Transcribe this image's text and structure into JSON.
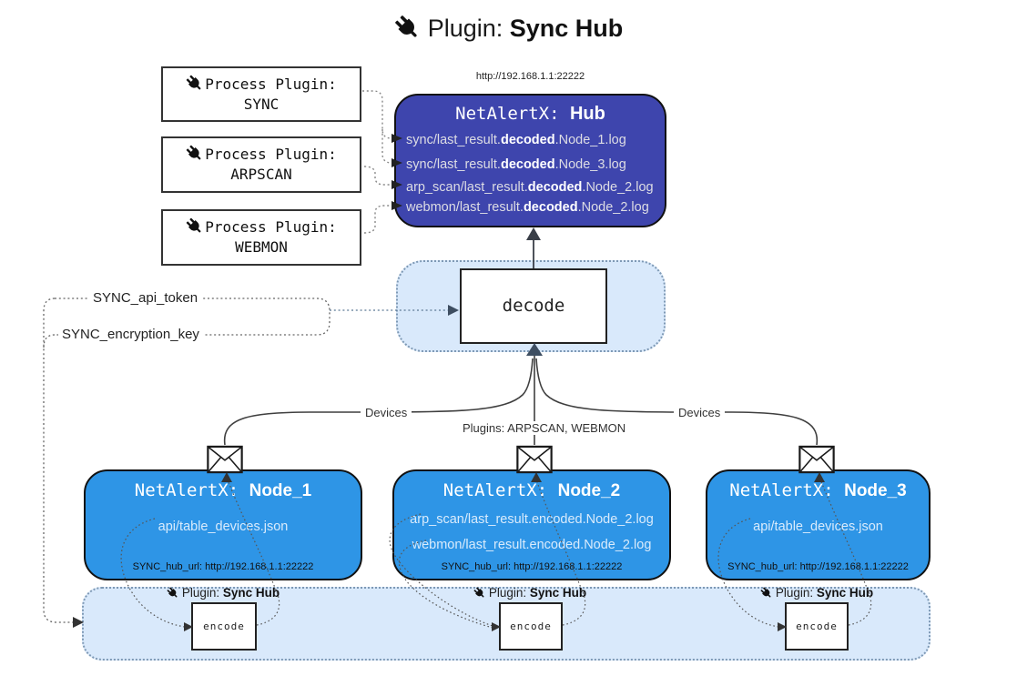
{
  "title": {
    "prefix": "Plugin: ",
    "name": "Sync Hub"
  },
  "process_plugins": [
    {
      "label": "Process Plugin:",
      "name": "SYNC"
    },
    {
      "label": "Process Plugin:",
      "name": "ARPSCAN"
    },
    {
      "label": "Process Plugin:",
      "name": "WEBMON"
    }
  ],
  "hub": {
    "url": "http://192.168.1.1:22222",
    "name_prefix": "NetAlertX: ",
    "name": "Hub",
    "logs": [
      {
        "pre": "sync/last_result.",
        "bold": "decoded",
        "post": ".Node_1.log"
      },
      {
        "pre": "sync/last_result.",
        "bold": "decoded",
        "post": ".Node_3.log"
      },
      {
        "pre": "arp_scan/last_result.",
        "bold": "decoded",
        "post": ".Node_2.log"
      },
      {
        "pre": "webmon/last_result.",
        "bold": "decoded",
        "post": ".Node_2.log"
      }
    ]
  },
  "decode": {
    "label": "decode"
  },
  "keys": {
    "api_token": "SYNC_api_token",
    "encryption_key": "SYNC_encryption_key"
  },
  "edge_labels": {
    "devices_left": "Devices",
    "plugins_mid": "Plugins: ARPSCAN, WEBMON",
    "devices_right": "Devices"
  },
  "nodes": [
    {
      "name_prefix": "NetAlertX: ",
      "name": "Node_1",
      "files": [
        "api/table_devices.json"
      ],
      "hub_url": "SYNC_hub_url: http://192.168.1.1:22222"
    },
    {
      "name_prefix": "NetAlertX: ",
      "name": "Node_2",
      "files": [
        "arp_scan/last_result.encoded.Node_2.log",
        "webmon/last_result.encoded.Node_2.log"
      ],
      "hub_url": "SYNC_hub_url: http://192.168.1.1:22222"
    },
    {
      "name_prefix": "NetAlertX: ",
      "name": "Node_3",
      "files": [
        "api/table_devices.json"
      ],
      "hub_url": "SYNC_hub_url: http://192.168.1.1:22222"
    }
  ],
  "encoders": {
    "label_prefix": "Plugin: ",
    "label_name": "Sync Hub",
    "box_label": "encode"
  },
  "colors": {
    "hub_fill": "#3e45ad",
    "node_fill": "#2e95e6",
    "band_fill": "#d9e9fb",
    "band_border": "#7e99b5",
    "arrow_dark": "#3e4e61"
  }
}
